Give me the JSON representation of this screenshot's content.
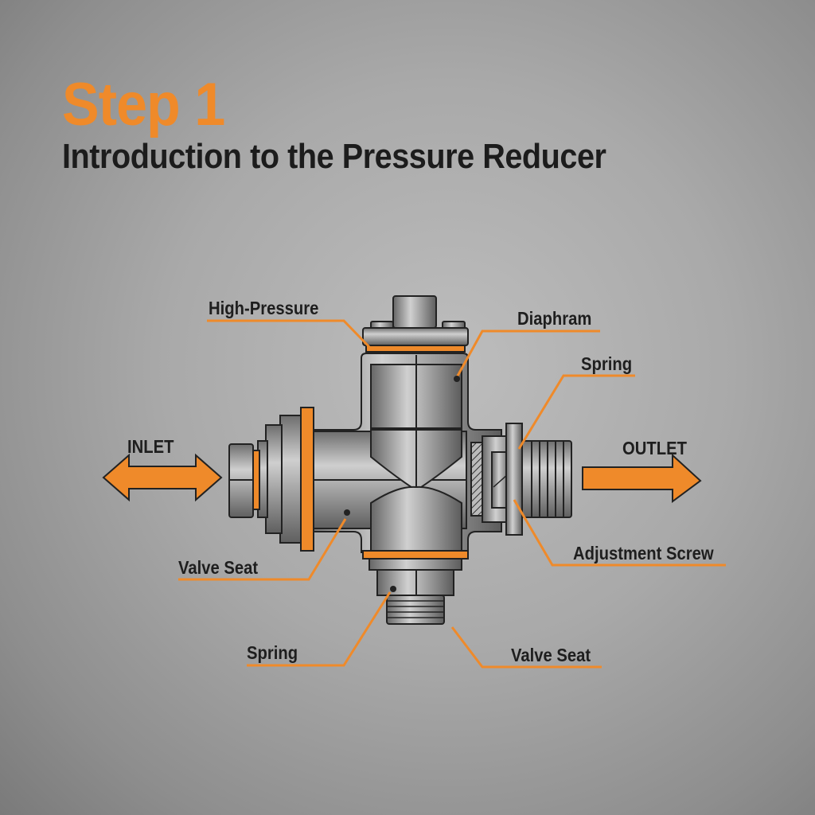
{
  "header": {
    "step": "Step 1",
    "title": "Introduction to the Pressure Reducer"
  },
  "flow": {
    "inlet": "INLET",
    "outlet": "OUTLET"
  },
  "callouts": [
    {
      "id": "high-pressure",
      "label": "High-Pressure"
    },
    {
      "id": "diaphram",
      "label": "Diaphram"
    },
    {
      "id": "spring-right",
      "label": "Spring"
    },
    {
      "id": "adjustment-screw",
      "label": "Adjustment Screw"
    },
    {
      "id": "valve-seat-left",
      "label": "Valve Seat"
    },
    {
      "id": "spring-bottom",
      "label": "Spring"
    },
    {
      "id": "valve-seat-bottom",
      "label": "Valve Seat"
    }
  ],
  "colors": {
    "accent": "#ef8a2a",
    "text": "#1e1e1e",
    "metal": "#9a9a9a",
    "outline": "#222222"
  }
}
